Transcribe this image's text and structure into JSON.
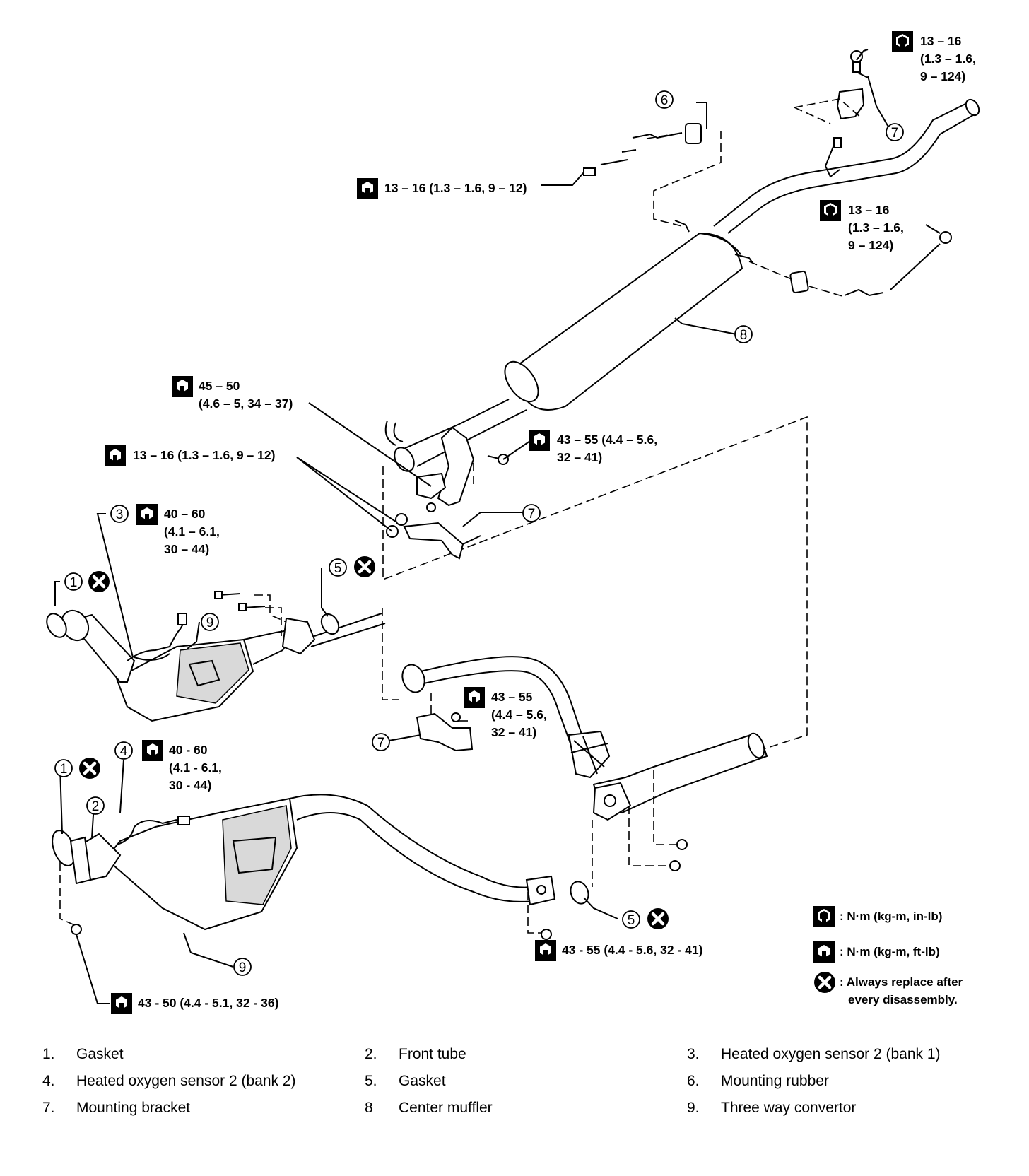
{
  "callouts": {
    "c1a": "1",
    "c1b": "1",
    "c2": "2",
    "c3": "3",
    "c4": "4",
    "c5a": "5",
    "c5b": "5",
    "c6": "6",
    "c7a": "7",
    "c7b": "7",
    "c7c": "7",
    "c8": "8",
    "c9a": "9",
    "c9b": "9"
  },
  "torque_specs": {
    "t_top_right": [
      "13 – 16",
      "(1.3 – 1.6,",
      "9 – 124)"
    ],
    "t_top_mid": "13 – 16 (1.3 – 1.6, 9 – 12)",
    "t_right_mid": [
      "13 – 16",
      "(1.3 – 1.6,",
      "9 – 124)"
    ],
    "t_45_50": [
      "45 – 50",
      "(4.6 – 5, 34 – 37)"
    ],
    "t_43_55_a": [
      "43 – 55 (4.4 – 5.6,",
      "32 – 41)"
    ],
    "t_13_16_left": "13 – 16 (1.3 – 1.6, 9 – 12)",
    "t_40_60_a": [
      "40 – 60",
      "(4.1 – 6.1,",
      "30 – 44)"
    ],
    "t_43_55_b": [
      "43 – 55",
      "(4.4 – 5.6,",
      "32 – 41)"
    ],
    "t_40_60_b": [
      "40 - 60",
      "(4.1 - 6.1,",
      "30 - 44)"
    ],
    "t_43_55_c": "43 - 55 (4.4 - 5.6, 32 - 41)",
    "t_43_50": "43 - 50 (4.4 - 5.1, 32 - 36)"
  },
  "legend": {
    "inlb": ": N·m (kg-m, in-lb)",
    "ftlb": ": N·m (kg-m, ft-lb)",
    "replace": [
      ": Always replace after",
      "every disassembly."
    ]
  },
  "parts_list": [
    {
      "num": "1.",
      "name": "Gasket"
    },
    {
      "num": "2.",
      "name": "Front tube"
    },
    {
      "num": "3.",
      "name": "Heated oxygen sensor 2 (bank 1)"
    },
    {
      "num": "4.",
      "name": "Heated oxygen sensor 2 (bank 2)"
    },
    {
      "num": "5.",
      "name": "Gasket"
    },
    {
      "num": "6.",
      "name": "Mounting rubber"
    },
    {
      "num": "7.",
      "name": "Mounting bracket"
    },
    {
      "num": "8",
      "name": "Center muffler"
    },
    {
      "num": "9.",
      "name": "Three way convertor"
    }
  ]
}
